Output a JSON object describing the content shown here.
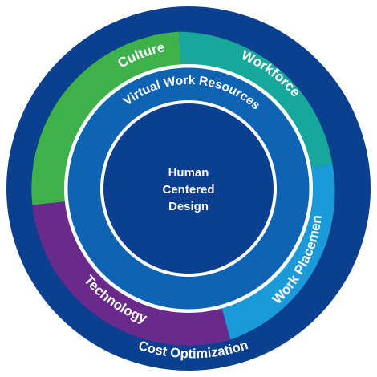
{
  "diagram": {
    "center": {
      "lines": [
        "Human",
        "Centered",
        "Design"
      ]
    },
    "inner_ring": {
      "label": "Virtual Work Resources"
    },
    "segments": [
      {
        "id": "culture",
        "label": "Culture",
        "color": "#3fb14a"
      },
      {
        "id": "workforce",
        "label": "Workforce",
        "color": "#17a89c"
      },
      {
        "id": "work-placement",
        "label": "Work Placement",
        "color": "#1a9ad8"
      },
      {
        "id": "technology",
        "label": "Technology",
        "color": "#6a2a8c"
      }
    ],
    "outer_ring": {
      "label": "Cost Optimization"
    },
    "colors": {
      "outer_ring": "#0b3f8f",
      "inner_ring": "#0e63b4",
      "center_disc": "#0b3f8f",
      "separator": "#ffffff",
      "text": "#ffffff"
    }
  }
}
